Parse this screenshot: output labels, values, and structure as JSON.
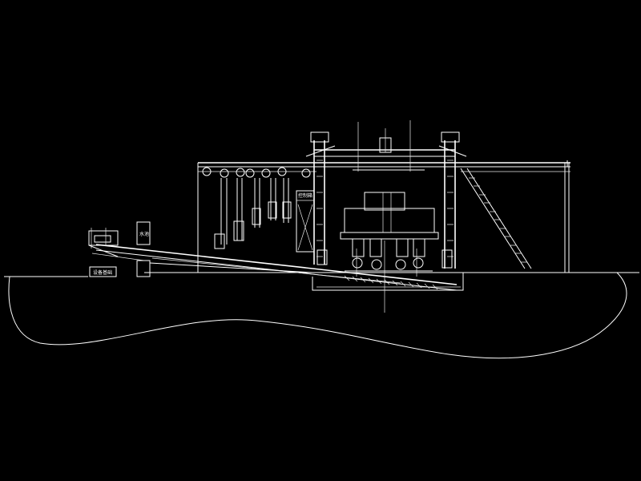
{
  "drawing": {
    "background": "#000000",
    "line_color": "#ffffff",
    "labels": {
      "base_block": "设备基础",
      "tank": "水池",
      "hoist_box": "控制箱"
    }
  }
}
